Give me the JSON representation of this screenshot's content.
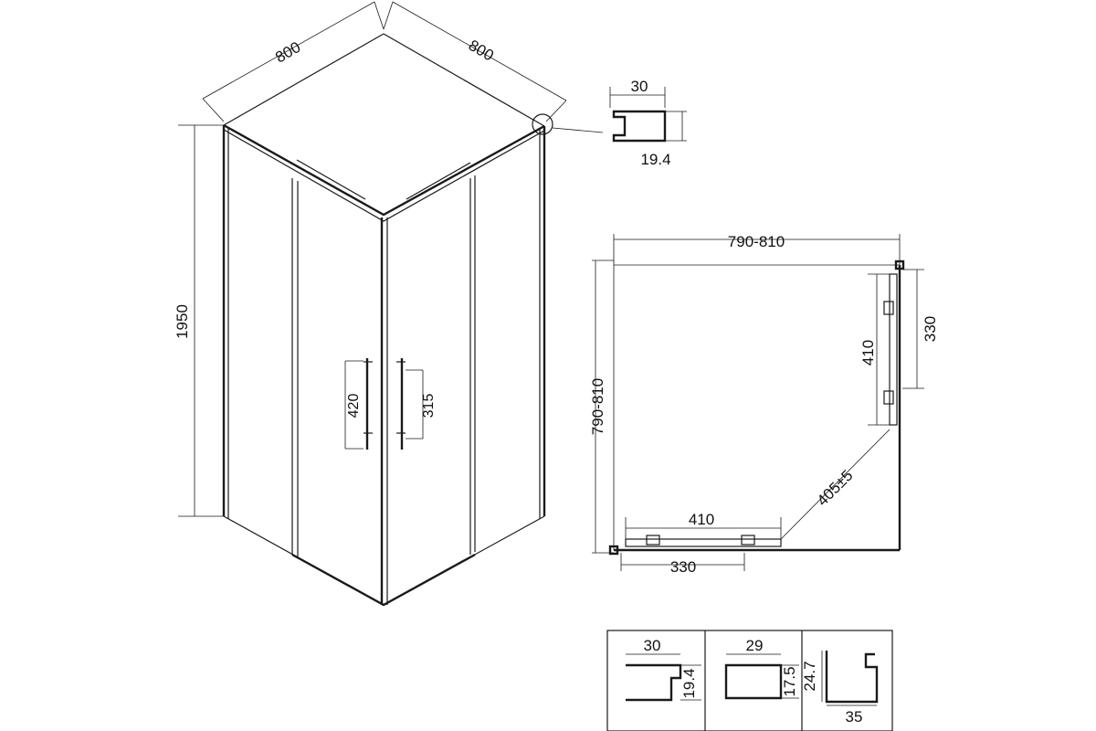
{
  "iso_view": {
    "width_left": "800",
    "width_right": "800",
    "height": "1950",
    "handle_left": "420",
    "handle_right": "315"
  },
  "corner_profile": {
    "width": "30",
    "depth": "19.4"
  },
  "plan_view": {
    "width_top": "790-810",
    "width_left": "790-810",
    "door_bottom": "410",
    "rail_bottom": "330",
    "door_right": "410",
    "rail_right": "330",
    "diagonal": "405±5"
  },
  "profiles": [
    {
      "width": "30",
      "depth": "19.4"
    },
    {
      "width": "29",
      "depth": "17.5"
    },
    {
      "width": "35",
      "depth": "24.7"
    }
  ]
}
